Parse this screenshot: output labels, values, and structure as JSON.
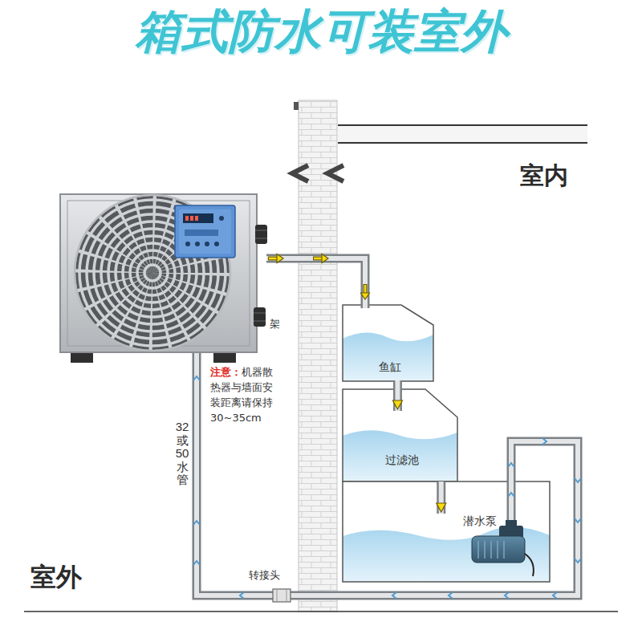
{
  "diagram": {
    "title": "箱式防水可装室外",
    "nodes": [
      {
        "text": [
          "鱼缸"
        ]
      },
      {
        "text": [
          "过滤池"
        ]
      },
      {
        "text": [
          "潜水泵"
        ]
      }
    ],
    "edges": [
      {
        "from": 0,
        "to": 1,
        "arrow": "to"
      },
      {
        "from": 1,
        "to": 2,
        "arrow": "to"
      }
    ],
    "labels": [
      "室内",
      "架",
      "注意：",
      "机器散热器与墙面安装距离请保持30~35cm",
      "32或50水管",
      "室外",
      "转接头"
    ]
  }
}
